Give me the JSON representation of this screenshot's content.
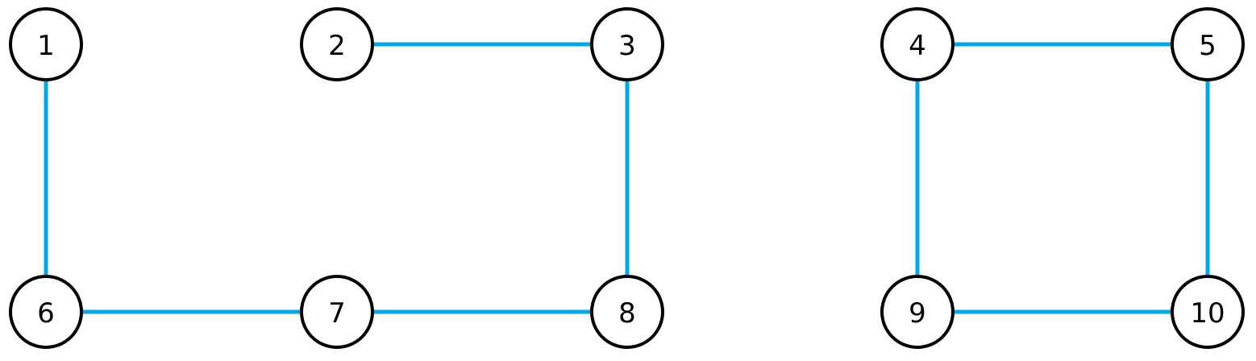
{
  "colors": {
    "edge": "#00a8e8",
    "node_stroke": "#000000",
    "node_fill": "#ffffff",
    "label": "#000000"
  },
  "nodes": [
    {
      "id": "1",
      "label": "1"
    },
    {
      "id": "2",
      "label": "2"
    },
    {
      "id": "3",
      "label": "3"
    },
    {
      "id": "4",
      "label": "4"
    },
    {
      "id": "5",
      "label": "5"
    },
    {
      "id": "6",
      "label": "6"
    },
    {
      "id": "7",
      "label": "7"
    },
    {
      "id": "8",
      "label": "8"
    },
    {
      "id": "9",
      "label": "9"
    },
    {
      "id": "10",
      "label": "10"
    }
  ],
  "edges": [
    {
      "from": "1",
      "to": "6"
    },
    {
      "from": "2",
      "to": "3"
    },
    {
      "from": "3",
      "to": "8"
    },
    {
      "from": "6",
      "to": "7"
    },
    {
      "from": "7",
      "to": "8"
    },
    {
      "from": "4",
      "to": "5"
    },
    {
      "from": "4",
      "to": "9"
    },
    {
      "from": "5",
      "to": "10"
    },
    {
      "from": "9",
      "to": "10"
    }
  ]
}
